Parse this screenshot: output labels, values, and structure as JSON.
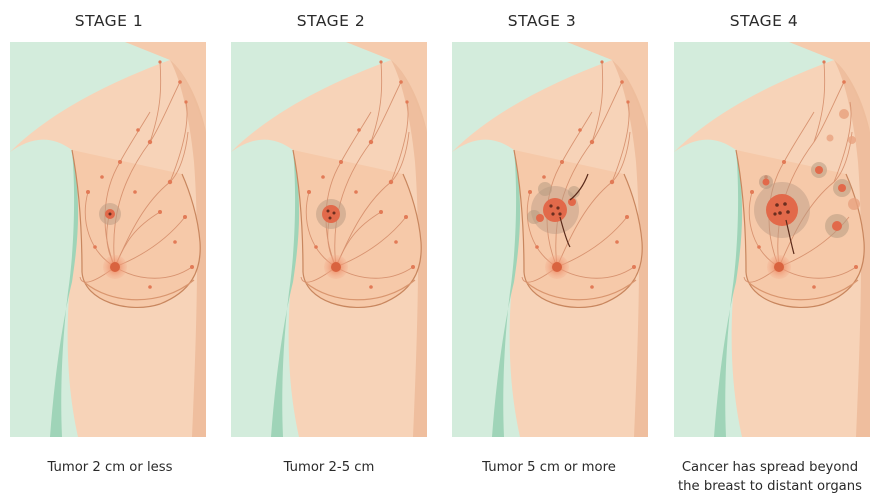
{
  "stages": [
    {
      "title": "STAGE 1",
      "caption_lines": [
        "Tumor 2 cm or less"
      ]
    },
    {
      "title": "STAGE 2",
      "caption_lines": [
        "Tumor 2-5 cm"
      ]
    },
    {
      "title": "STAGE 3",
      "caption_lines": [
        "Tumor 5 cm or more"
      ]
    },
    {
      "title": "STAGE 4",
      "caption_lines": [
        "Cancer has spread beyond",
        "the breast to distant organs"
      ]
    }
  ],
  "colors": {
    "background": "#d3ecdc",
    "skin": "#f7d3b8",
    "skin_shadow": "#ecb997",
    "outline": "#c8865e",
    "lymph": "#d58e6b",
    "nodes": "#e27a56",
    "tumor": "#e2694a",
    "tumor_halo": "#b79a82"
  }
}
